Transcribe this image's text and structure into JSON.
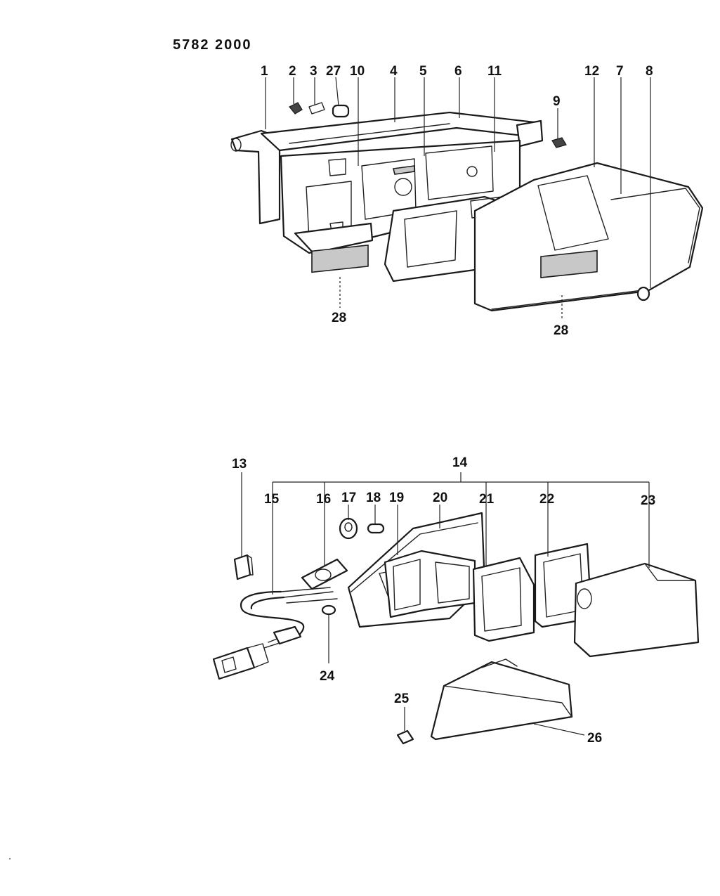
{
  "diagram": {
    "part_code": "5782 2000",
    "labels": {
      "l1": "1",
      "l2": "2",
      "l3": "3",
      "l27": "27",
      "l10": "10",
      "l4": "4",
      "l5": "5",
      "l6": "6",
      "l11": "11",
      "l12": "12",
      "l7": "7",
      "l8": "8",
      "l9": "9",
      "l28a": "28",
      "l28b": "28",
      "l13": "13",
      "l14": "14",
      "l15": "15",
      "l16": "16",
      "l17": "17",
      "l18": "18",
      "l19": "19",
      "l20": "20",
      "l21": "21",
      "l22": "22",
      "l23": "23",
      "l24": "24",
      "l25": "25",
      "l26": "26"
    }
  }
}
